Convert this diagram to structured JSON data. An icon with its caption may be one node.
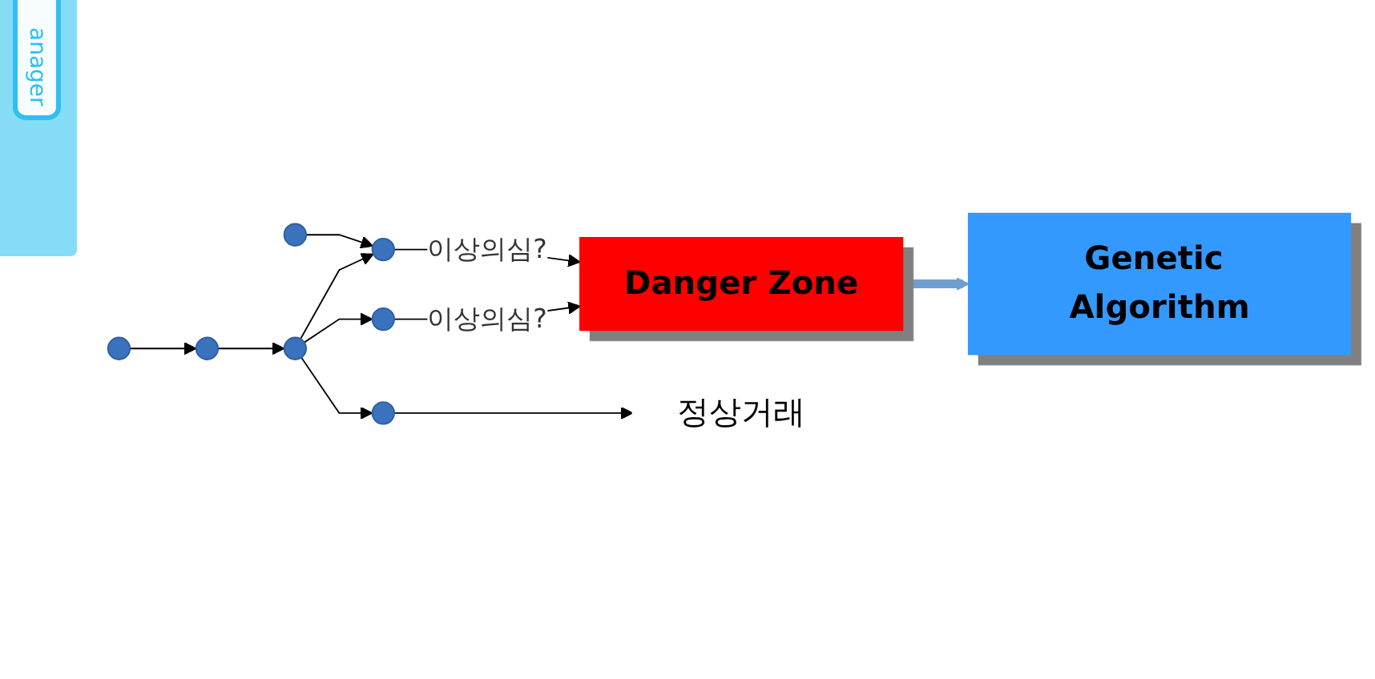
{
  "diagram": {
    "nodes": [
      {
        "text": [],
        "shape": "circle"
      },
      {
        "text": [],
        "shape": "circle"
      },
      {
        "text": [],
        "shape": "circle"
      },
      {
        "text": [],
        "shape": "circle"
      },
      {
        "text": [],
        "shape": "circle"
      },
      {
        "text": [],
        "shape": "circle"
      },
      {
        "text": [],
        "shape": "circle"
      },
      {
        "text": [
          "Danger Zone"
        ]
      },
      {
        "text": [
          "Genetic Algorithm"
        ]
      },
      {
        "text": [
          "정상거래"
        ]
      }
    ],
    "edges": [
      {
        "from": 0,
        "to": 1,
        "arrow": "to"
      },
      {
        "from": 5,
        "to": 6,
        "arrow": "to"
      },
      {
        "from": 6,
        "to": 2,
        "arrow": "to"
      },
      {
        "from": 2,
        "to": 1,
        "arrow": "to"
      },
      {
        "from": 2,
        "to": 3,
        "arrow": "to"
      },
      {
        "from": 2,
        "to": 4,
        "arrow": "to"
      },
      {
        "from": 1,
        "to": 7,
        "arrow": "to",
        "label": "이상의심?"
      },
      {
        "from": 3,
        "to": 7,
        "arrow": "to",
        "label": "이상의심?"
      },
      {
        "from": 4,
        "to": 9,
        "arrow": "to"
      },
      {
        "from": 7,
        "to": 8,
        "arrow": "to",
        "style": "thick",
        "color": "#6f9fd0"
      }
    ],
    "labels": [
      "anager"
    ]
  }
}
